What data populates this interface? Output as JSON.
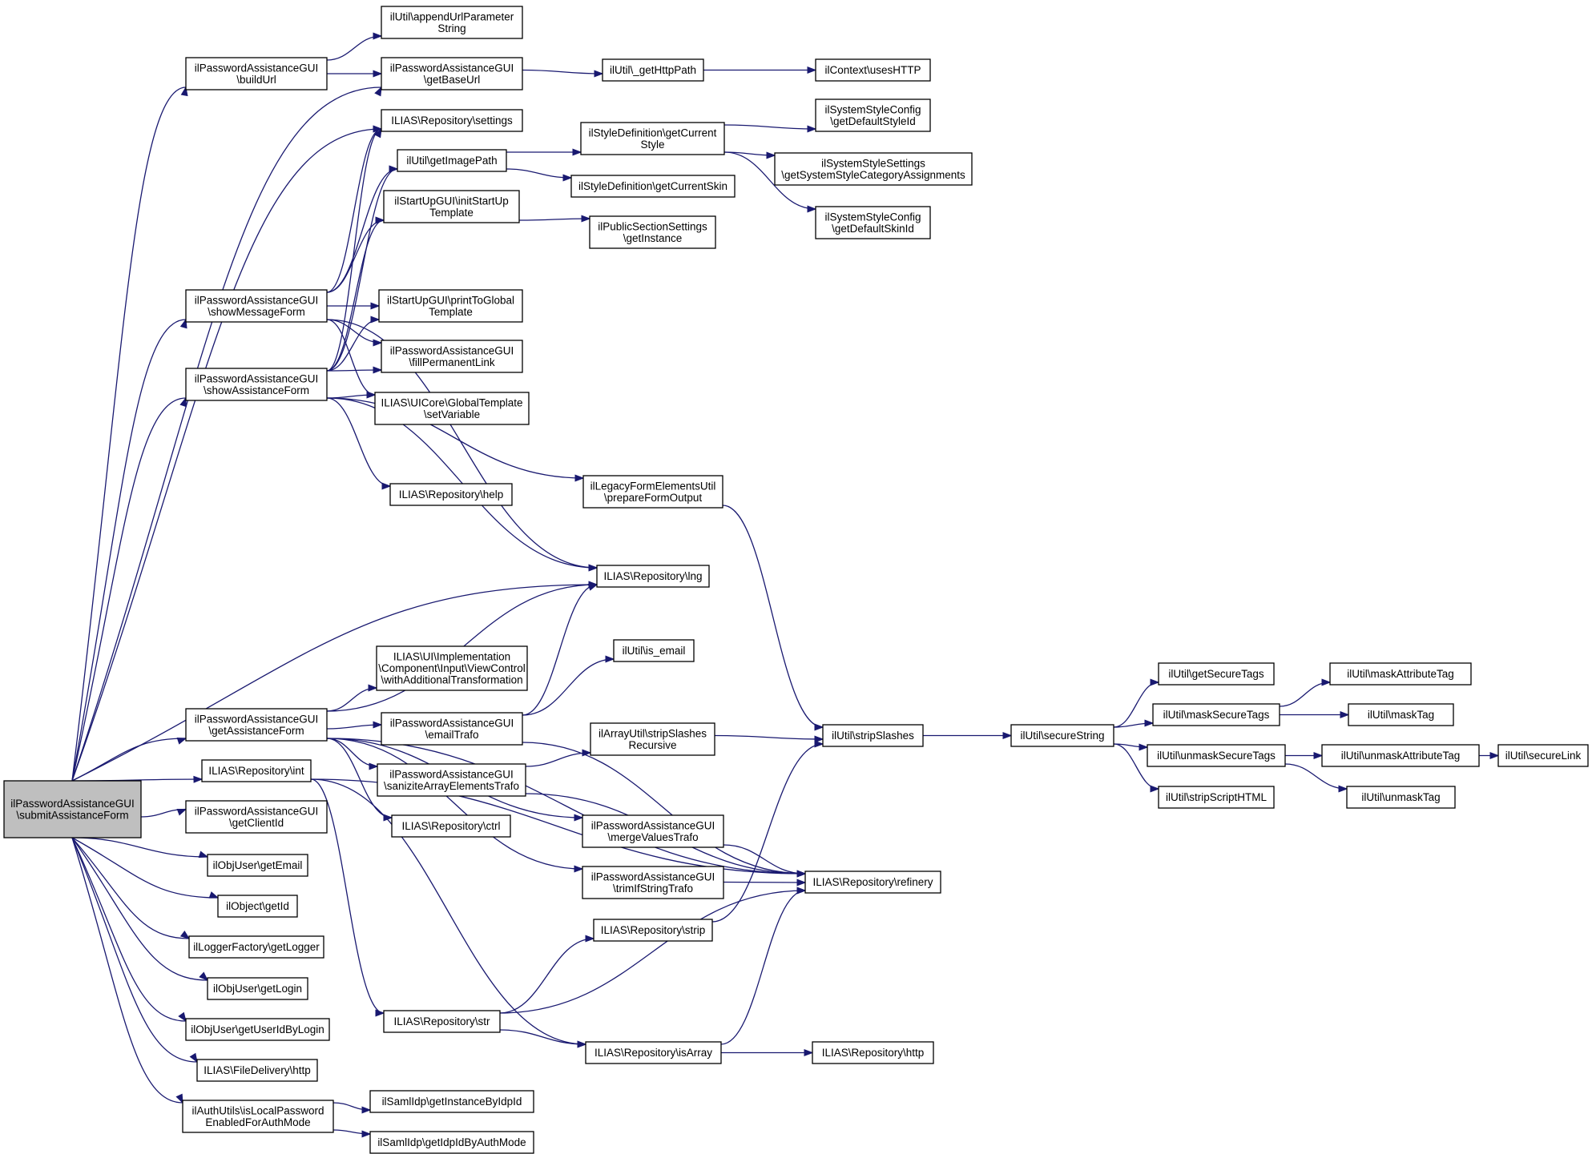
{
  "colors": {
    "edge": "#191970",
    "node_border": "#000000",
    "root_fill": "#bfbfbf",
    "node_fill": "#ffffff"
  },
  "nodes": [
    {
      "id": "root",
      "lines": [
        "ilPasswordAssistanceGUI",
        "\\submitAssistanceForm"
      ],
      "root": true
    },
    {
      "id": "buildUrl",
      "lines": [
        "ilPasswordAssistanceGUI",
        "\\buildUrl"
      ]
    },
    {
      "id": "showMessageForm",
      "lines": [
        "ilPasswordAssistanceGUI",
        "\\showMessageForm"
      ]
    },
    {
      "id": "showAssistanceForm",
      "lines": [
        "ilPasswordAssistanceGUI",
        "\\showAssistanceForm"
      ]
    },
    {
      "id": "getAssistanceForm",
      "lines": [
        "ilPasswordAssistanceGUI",
        "\\getAssistanceForm"
      ]
    },
    {
      "id": "int",
      "lines": [
        "ILIAS\\Repository\\int"
      ]
    },
    {
      "id": "getClientId",
      "lines": [
        "ilPasswordAssistanceGUI",
        "\\getClientId"
      ]
    },
    {
      "id": "getEmail",
      "lines": [
        "ilObjUser\\getEmail"
      ]
    },
    {
      "id": "getId",
      "lines": [
        "ilObject\\getId"
      ]
    },
    {
      "id": "getLogger",
      "lines": [
        "ilLoggerFactory\\getLogger"
      ]
    },
    {
      "id": "getLogin",
      "lines": [
        "ilObjUser\\getLogin"
      ]
    },
    {
      "id": "getUserIdByLogin",
      "lines": [
        "ilObjUser\\getUserIdByLogin"
      ]
    },
    {
      "id": "fileHttp",
      "lines": [
        "ILIAS\\FileDelivery\\http"
      ]
    },
    {
      "id": "isLocalPw",
      "lines": [
        "ilAuthUtils\\isLocalPassword",
        "EnabledForAuthMode"
      ]
    },
    {
      "id": "appendUrl",
      "lines": [
        "ilUtil\\appendUrlParameter",
        "String"
      ]
    },
    {
      "id": "getBaseUrl",
      "lines": [
        "ilPasswordAssistanceGUI",
        "\\getBaseUrl"
      ]
    },
    {
      "id": "settings",
      "lines": [
        "ILIAS\\Repository\\settings"
      ]
    },
    {
      "id": "getImagePath",
      "lines": [
        "ilUtil\\getImagePath"
      ]
    },
    {
      "id": "initStartUp",
      "lines": [
        "ilStartUpGUI\\initStartUp",
        "Template"
      ]
    },
    {
      "id": "printToGlobal",
      "lines": [
        "ilStartUpGUI\\printToGlobal",
        "Template"
      ]
    },
    {
      "id": "fillPermLink",
      "lines": [
        "ilPasswordAssistanceGUI",
        "\\fillPermanentLink"
      ]
    },
    {
      "id": "setVariable",
      "lines": [
        "ILIAS\\UICore\\GlobalTemplate",
        "\\setVariable"
      ]
    },
    {
      "id": "help",
      "lines": [
        "ILIAS\\Repository\\help"
      ]
    },
    {
      "id": "withAddTrans",
      "lines": [
        "ILIAS\\UI\\Implementation",
        "\\Component\\Input\\ViewControl",
        "\\withAdditionalTransformation"
      ]
    },
    {
      "id": "emailTrafo",
      "lines": [
        "ilPasswordAssistanceGUI",
        "\\emailTrafo"
      ]
    },
    {
      "id": "sanitize",
      "lines": [
        "ilPasswordAssistanceGUI",
        "\\saniziteArrayElementsTrafo"
      ]
    },
    {
      "id": "ctrl",
      "lines": [
        "ILIAS\\Repository\\ctrl"
      ]
    },
    {
      "id": "str",
      "lines": [
        "ILIAS\\Repository\\str"
      ]
    },
    {
      "id": "getHttpPath",
      "lines": [
        "ilUtil\\_getHttpPath"
      ]
    },
    {
      "id": "getCurrentStyle",
      "lines": [
        "ilStyleDefinition\\getCurrent",
        "Style"
      ]
    },
    {
      "id": "getCurrentSkin",
      "lines": [
        "ilStyleDefinition\\getCurrentSkin"
      ]
    },
    {
      "id": "publicSection",
      "lines": [
        "ilPublicSectionSettings",
        "\\getInstance"
      ]
    },
    {
      "id": "prepareForm",
      "lines": [
        "ilLegacyFormElementsUtil",
        "\\prepareFormOutput"
      ]
    },
    {
      "id": "lng",
      "lines": [
        "ILIAS\\Repository\\lng"
      ]
    },
    {
      "id": "isEmail",
      "lines": [
        "ilUtil\\is_email"
      ]
    },
    {
      "id": "stripSlashesRec",
      "lines": [
        "ilArrayUtil\\stripSlashes",
        "Recursive"
      ]
    },
    {
      "id": "mergeValues",
      "lines": [
        "ilPasswordAssistanceGUI",
        "\\mergeValuesTrafo"
      ]
    },
    {
      "id": "trimIfString",
      "lines": [
        "ilPasswordAssistanceGUI",
        "\\trimIfStringTrafo"
      ]
    },
    {
      "id": "strip",
      "lines": [
        "ILIAS\\Repository\\strip"
      ]
    },
    {
      "id": "isArray",
      "lines": [
        "ILIAS\\Repository\\isArray"
      ]
    },
    {
      "id": "getInstanceByIdpId",
      "lines": [
        "ilSamlIdp\\getInstanceByIdpId"
      ]
    },
    {
      "id": "getIdpIdByAuthMode",
      "lines": [
        "ilSamlIdp\\getIdpIdByAuthMode"
      ]
    },
    {
      "id": "usesHTTP",
      "lines": [
        "ilContext\\usesHTTP"
      ]
    },
    {
      "id": "getDefaultStyleId",
      "lines": [
        "ilSystemStyleConfig",
        "\\getDefaultStyleId"
      ]
    },
    {
      "id": "getSysStyleCat",
      "lines": [
        "ilSystemStyleSettings",
        "\\getSystemStyleCategoryAssignments"
      ]
    },
    {
      "id": "getDefaultSkinId",
      "lines": [
        "ilSystemStyleConfig",
        "\\getDefaultSkinId"
      ]
    },
    {
      "id": "stripSlashes",
      "lines": [
        "ilUtil\\stripSlashes"
      ]
    },
    {
      "id": "refinery",
      "lines": [
        "ILIAS\\Repository\\refinery"
      ]
    },
    {
      "id": "repoHttp",
      "lines": [
        "ILIAS\\Repository\\http"
      ]
    },
    {
      "id": "secureString",
      "lines": [
        "ilUtil\\secureString"
      ]
    },
    {
      "id": "getSecureTags",
      "lines": [
        "ilUtil\\getSecureTags"
      ]
    },
    {
      "id": "maskSecureTags",
      "lines": [
        "ilUtil\\maskSecureTags"
      ]
    },
    {
      "id": "unmaskSecureTags",
      "lines": [
        "ilUtil\\unmaskSecureTags"
      ]
    },
    {
      "id": "stripScriptHTML",
      "lines": [
        "ilUtil\\stripScriptHTML"
      ]
    },
    {
      "id": "maskAttributeTag",
      "lines": [
        "ilUtil\\maskAttributeTag"
      ]
    },
    {
      "id": "maskTag",
      "lines": [
        "ilUtil\\maskTag"
      ]
    },
    {
      "id": "unmaskAttributeTag",
      "lines": [
        "ilUtil\\unmaskAttributeTag"
      ]
    },
    {
      "id": "unmaskTag",
      "lines": [
        "ilUtil\\unmaskTag"
      ]
    },
    {
      "id": "secureLink",
      "lines": [
        "ilUtil\\secureLink"
      ]
    }
  ],
  "edges": [
    [
      "root",
      "buildUrl"
    ],
    [
      "root",
      "getBaseUrl"
    ],
    [
      "root",
      "settings"
    ],
    [
      "root",
      "showMessageForm"
    ],
    [
      "root",
      "showAssistanceForm"
    ],
    [
      "root",
      "lng"
    ],
    [
      "root",
      "getAssistanceForm"
    ],
    [
      "root",
      "int"
    ],
    [
      "root",
      "getClientId"
    ],
    [
      "root",
      "getEmail"
    ],
    [
      "root",
      "getId"
    ],
    [
      "root",
      "getLogger"
    ],
    [
      "root",
      "getLogin"
    ],
    [
      "root",
      "getUserIdByLogin"
    ],
    [
      "root",
      "fileHttp"
    ],
    [
      "root",
      "isLocalPw"
    ],
    [
      "buildUrl",
      "appendUrl"
    ],
    [
      "buildUrl",
      "getBaseUrl"
    ],
    [
      "getBaseUrl",
      "getHttpPath"
    ],
    [
      "getHttpPath",
      "usesHTTP"
    ],
    [
      "showMessageForm",
      "settings"
    ],
    [
      "showMessageForm",
      "getImagePath"
    ],
    [
      "showMessageForm",
      "initStartUp"
    ],
    [
      "showMessageForm",
      "printToGlobal"
    ],
    [
      "showMessageForm",
      "fillPermLink"
    ],
    [
      "showMessageForm",
      "setVariable"
    ],
    [
      "showMessageForm",
      "lng"
    ],
    [
      "showAssistanceForm",
      "settings"
    ],
    [
      "showAssistanceForm",
      "getImagePath"
    ],
    [
      "showAssistanceForm",
      "initStartUp"
    ],
    [
      "showAssistanceForm",
      "printToGlobal"
    ],
    [
      "showAssistanceForm",
      "fillPermLink"
    ],
    [
      "showAssistanceForm",
      "setVariable"
    ],
    [
      "showAssistanceForm",
      "help"
    ],
    [
      "showAssistanceForm",
      "prepareForm"
    ],
    [
      "showAssistanceForm",
      "lng"
    ],
    [
      "getImagePath",
      "getCurrentStyle"
    ],
    [
      "getImagePath",
      "getCurrentSkin"
    ],
    [
      "getCurrentStyle",
      "getDefaultStyleId"
    ],
    [
      "getCurrentStyle",
      "getSysStyleCat"
    ],
    [
      "getCurrentStyle",
      "getDefaultSkinId"
    ],
    [
      "initStartUp",
      "publicSection"
    ],
    [
      "prepareForm",
      "stripSlashes"
    ],
    [
      "getAssistanceForm",
      "lng"
    ],
    [
      "getAssistanceForm",
      "withAddTrans"
    ],
    [
      "getAssistanceForm",
      "emailTrafo"
    ],
    [
      "getAssistanceForm",
      "sanitize"
    ],
    [
      "getAssistanceForm",
      "ctrl"
    ],
    [
      "getAssistanceForm",
      "mergeValues"
    ],
    [
      "getAssistanceForm",
      "trimIfString"
    ],
    [
      "getAssistanceForm",
      "refinery"
    ],
    [
      "emailTrafo",
      "isEmail"
    ],
    [
      "emailTrafo",
      "lng"
    ],
    [
      "emailTrafo",
      "refinery"
    ],
    [
      "sanitize",
      "stripSlashesRec"
    ],
    [
      "sanitize",
      "refinery"
    ],
    [
      "stripSlashesRec",
      "stripSlashes"
    ],
    [
      "mergeValues",
      "refinery"
    ],
    [
      "trimIfString",
      "refinery"
    ],
    [
      "int",
      "str"
    ],
    [
      "int",
      "isArray"
    ],
    [
      "int",
      "refinery"
    ],
    [
      "str",
      "strip"
    ],
    [
      "str",
      "isArray"
    ],
    [
      "str",
      "refinery"
    ],
    [
      "strip",
      "stripSlashes"
    ],
    [
      "isArray",
      "repoHttp"
    ],
    [
      "isArray",
      "refinery"
    ],
    [
      "isLocalPw",
      "getInstanceByIdpId"
    ],
    [
      "isLocalPw",
      "getIdpIdByAuthMode"
    ],
    [
      "stripSlashes",
      "secureString"
    ],
    [
      "secureString",
      "getSecureTags"
    ],
    [
      "secureString",
      "maskSecureTags"
    ],
    [
      "secureString",
      "unmaskSecureTags"
    ],
    [
      "secureString",
      "stripScriptHTML"
    ],
    [
      "maskSecureTags",
      "maskAttributeTag"
    ],
    [
      "maskSecureTags",
      "maskTag"
    ],
    [
      "unmaskSecureTags",
      "unmaskAttributeTag"
    ],
    [
      "unmaskSecureTags",
      "unmaskTag"
    ],
    [
      "unmaskAttributeTag",
      "secureLink"
    ]
  ]
}
